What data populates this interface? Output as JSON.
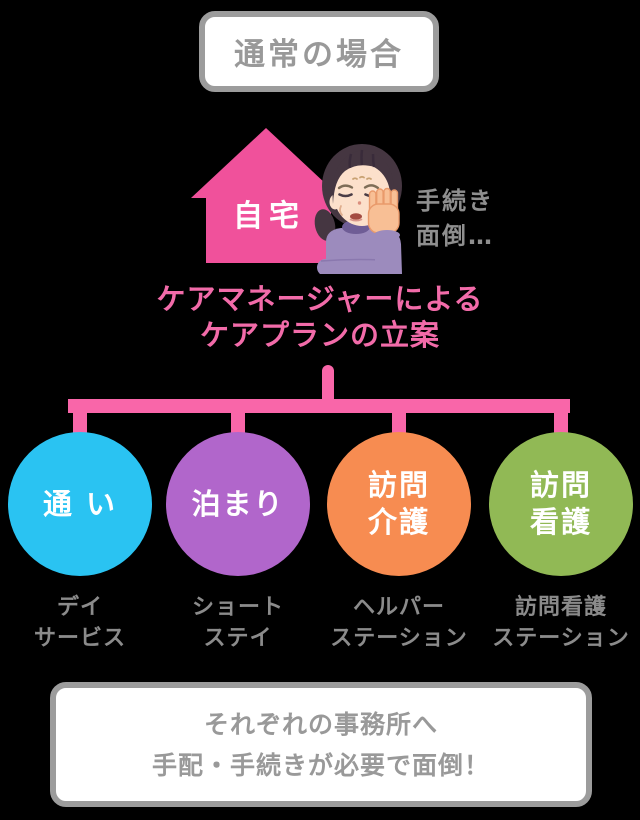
{
  "title_box": {
    "label": "通常の場合"
  },
  "house": {
    "label": "自宅"
  },
  "woman": {
    "description": "worried-woman-illustration"
  },
  "thought": {
    "line1": "手続き",
    "line2": "面倒…"
  },
  "heading": {
    "line1": "ケアマネージャーによる",
    "line2": "ケアプランの立案"
  },
  "services": [
    {
      "name": "kayoi",
      "circle_line1": "通 い",
      "circle_line2": "",
      "label_line1": "デイ",
      "label_line2": "サービス",
      "color": "#2AC3F2"
    },
    {
      "name": "tomari",
      "circle_line1": "泊まり",
      "circle_line2": "",
      "label_line1": "ショート",
      "label_line2": "ステイ",
      "color": "#B166CB"
    },
    {
      "name": "homon-kaigo",
      "circle_line1": "訪問",
      "circle_line2": "介護",
      "label_line1": "ヘルパー",
      "label_line2": "ステーション",
      "color": "#F78C51"
    },
    {
      "name": "homon-kango",
      "circle_line1": "訪問",
      "circle_line2": "看護",
      "label_line1": "訪問看護",
      "label_line2": "ステーション",
      "color": "#91B955"
    }
  ],
  "bottom_box": {
    "line1": "それぞれの事務所へ",
    "line2": "手配・手続きが必要で面倒！"
  },
  "colors": {
    "background": "#000000",
    "box_border": "#9C9C9C",
    "box_text": "#999999",
    "connector_pink": "#F966A9",
    "heading_pink": "#F26BA9",
    "house_pink": "#F0519B",
    "house_text": "#FFFFFF",
    "thought_text": "#8E8E8E",
    "service_label_text": "#8B8B8B"
  }
}
